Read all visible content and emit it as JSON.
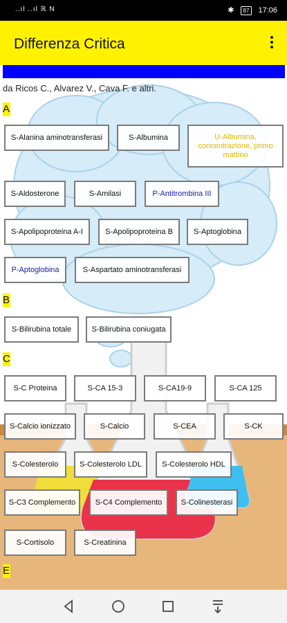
{
  "status": {
    "left": "..ıl ..ıl ℝ N",
    "battery": "87",
    "time": "17:06"
  },
  "app": {
    "title": "Differenza Critica"
  },
  "authors": "da Ricos C., Alvarez V., Cava F. e altri.",
  "sections": {
    "a": "A",
    "b": "B",
    "c": "C",
    "e": "E"
  },
  "items": {
    "a1": "S-Alanina aminotransferasi",
    "a2": "S-Albumina",
    "a3": "U-Albumina, concentrazione, primo mattino",
    "a4": "S-Aldosterone",
    "a5": "S-Amilasi",
    "a6": "P-Antitrombina III",
    "a7": "S-Apolipoproteina A-I",
    "a8": "S-Apolipoproteina B",
    "a9": "S-Aptoglobina",
    "a10": "P-Aptoglobina",
    "a11": "S-Aspartato aminotransferasi",
    "b1": "S-Bilirubina totale",
    "b2": "S-Bilirubina coniugata",
    "c1": "S-C Proteina",
    "c2": "S-CA 15-3",
    "c3": "S-CA19-9",
    "c4": "S-CA 125",
    "c5": "S-Calcio ionizzato",
    "c6": "S-Calcio",
    "c7": "S-CEA",
    "c8": "S-CK",
    "c9": "S-Colesterolo",
    "c10": "S-Colesterolo LDL",
    "c11": "S-Colesterolo HDL",
    "c12": "S-C3 Complemento",
    "c13": "S-C4 Complemento",
    "c14": "S-Colinesterasi",
    "c15": "S-Cortisolo",
    "c16": "S-Creatinina"
  },
  "colors": {
    "appbar": "#fff200",
    "accent_bar": "#0000ff",
    "blue_text": "#1a1aa8",
    "yellow_text": "#e0b800"
  },
  "nav": {
    "back": "back-icon",
    "home": "home-icon",
    "recents": "recents-icon",
    "menu": "download-menu-icon"
  }
}
